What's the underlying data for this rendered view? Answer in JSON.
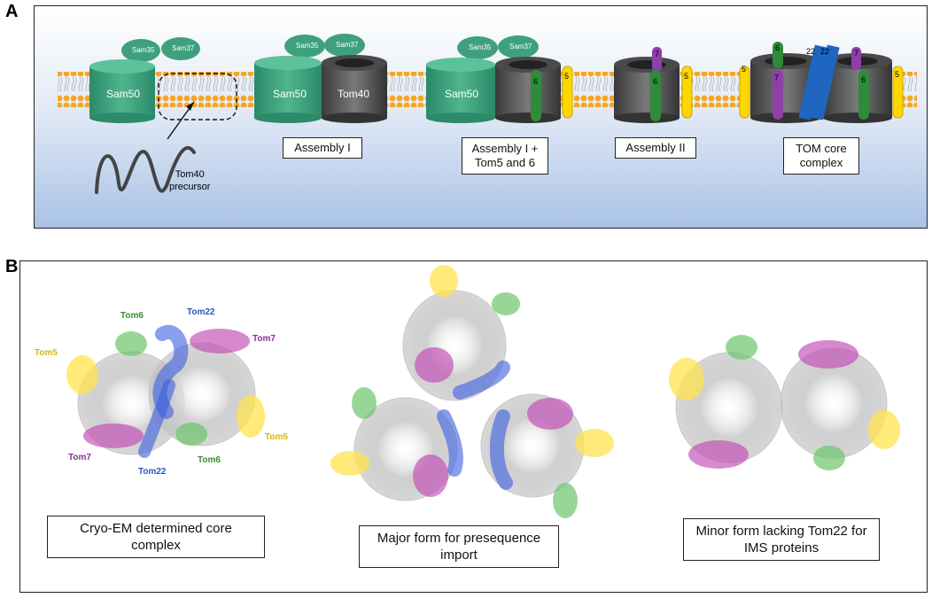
{
  "panel_a": {
    "letter": "A",
    "sam35": "Sam35",
    "sam37": "Sam37",
    "sam50": "Sam50",
    "tom40": "Tom40",
    "precursor": "Tom40\nprecursor",
    "tom5": "5",
    "tom6": "6",
    "tom7": "7",
    "tom22": "22",
    "stages": [
      "Assembly I",
      "Assembly I +\nTom5 and 6",
      "Assembly II",
      "TOM core\ncomplex"
    ]
  },
  "panel_b": {
    "letter": "B",
    "labels": {
      "tom5": "Tom5",
      "tom6": "Tom6",
      "tom7": "Tom7",
      "tom22": "Tom22"
    },
    "captions": [
      "Cryo-EM determined core\ncomplex",
      "Major form for presequence\nimport",
      "Minor form lacking Tom22 for\nIMS proteins"
    ]
  },
  "colors": {
    "sam": "#3fa07e",
    "tom40": "#555555",
    "tom5": "#ffd700",
    "tom6": "#2e8b3a",
    "tom7": "#8e3fa8",
    "tom22": "#1f66c0",
    "lipid_head": "#f5a623"
  }
}
